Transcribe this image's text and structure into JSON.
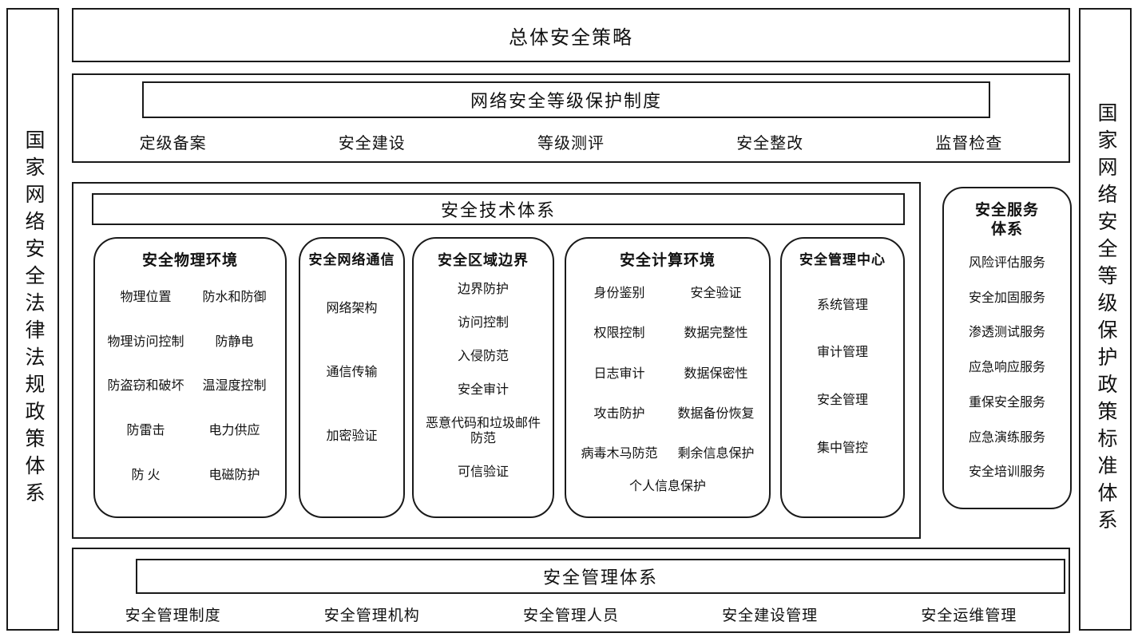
{
  "left_pillar": {
    "label": "国家网络安全法律法规政策体系"
  },
  "right_pillar": {
    "label": "国家网络安全等级保护政策标准体系"
  },
  "top_banner": {
    "title": "总体安全策略"
  },
  "grading": {
    "title": "网络安全等级保护制度",
    "items": [
      "定级备案",
      "安全建设",
      "等级测评",
      "安全整改",
      "监督检查"
    ]
  },
  "tech": {
    "title": "安全技术体系",
    "physical": {
      "title": "安全物理环境",
      "rows": [
        [
          "物理位置",
          "防水和防御"
        ],
        [
          "物理访问控制",
          "防静电"
        ],
        [
          "防盗窃和破坏",
          "温湿度控制"
        ],
        [
          "防雷击",
          "电力供应"
        ],
        [
          "防 火",
          "电磁防护"
        ]
      ]
    },
    "network": {
      "title": "安全网络通信",
      "items": [
        "网络架构",
        "通信传输",
        "加密验证"
      ]
    },
    "boundary": {
      "title": "安全区域边界",
      "items": [
        "边界防护",
        "访问控制",
        "入侵防范",
        "安全审计",
        "恶意代码和垃圾邮件防范",
        "可信验证"
      ]
    },
    "computing": {
      "title": "安全计算环境",
      "rows": [
        [
          "身份鉴别",
          "安全验证"
        ],
        [
          "权限控制",
          "数据完整性"
        ],
        [
          "日志审计",
          "数据保密性"
        ],
        [
          "攻击防护",
          "数据备份恢复"
        ],
        [
          "病毒木马防范",
          "剩余信息保护"
        ]
      ],
      "footer": "个人信息保护"
    },
    "mgmt_center": {
      "title": "安全管理中心",
      "items": [
        "系统管理",
        "审计管理",
        "安全管理",
        "集中管控"
      ]
    }
  },
  "service": {
    "title": "安全服务\n体系",
    "items": [
      "风险评估服务",
      "安全加固服务",
      "渗透测试服务",
      "应急响应服务",
      "重保安全服务",
      "应急演练服务",
      "安全培训服务"
    ]
  },
  "management": {
    "title": "安全管理体系",
    "items": [
      "安全管理制度",
      "安全管理机构",
      "安全管理人员",
      "安全建设管理",
      "安全运维管理"
    ]
  },
  "colors": {
    "border": "#1a1a1a",
    "background": "#ffffff",
    "text": "#111111"
  }
}
